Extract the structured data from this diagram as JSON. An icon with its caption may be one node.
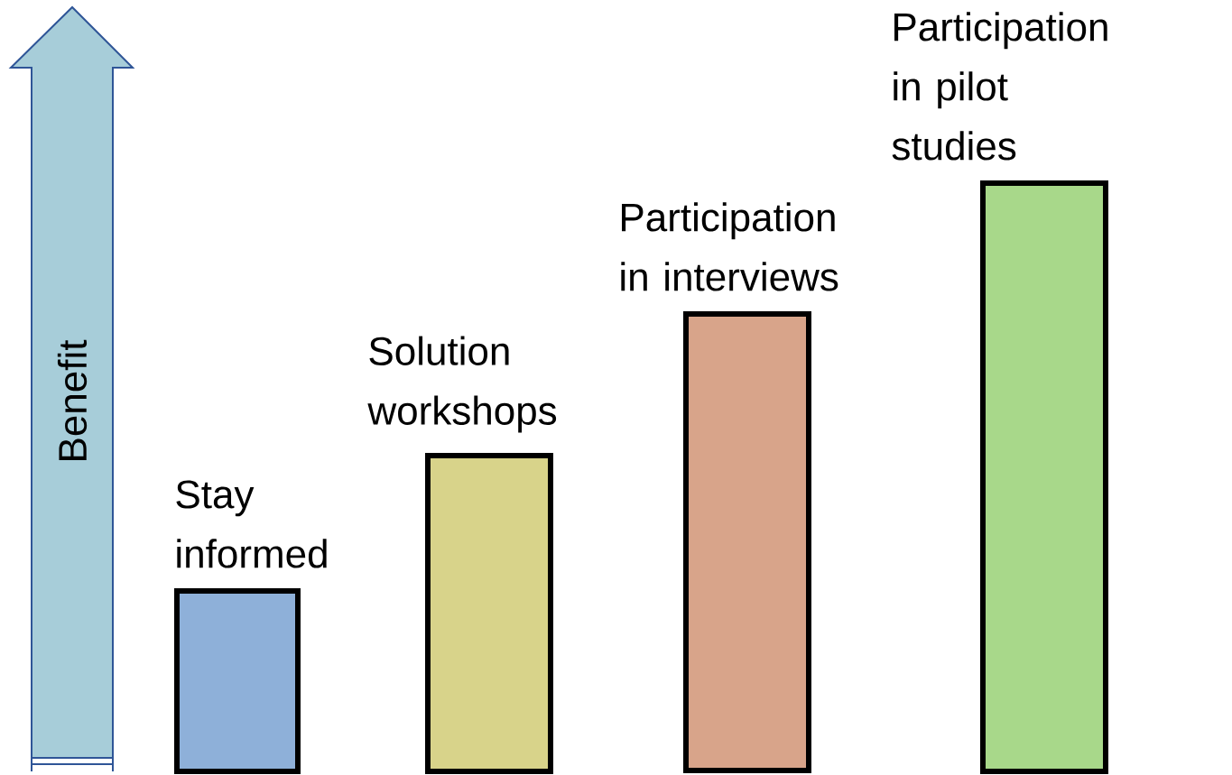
{
  "diagram": {
    "nodes": [
      {
        "text": [
          "Benefit"
        ]
      },
      {
        "text": [
          "Stay informed"
        ]
      },
      {
        "text": [
          "Solution workshops"
        ]
      },
      {
        "text": [
          "Participation in interviews"
        ]
      },
      {
        "text": [
          "Participation in pilot studies"
        ]
      }
    ]
  }
}
